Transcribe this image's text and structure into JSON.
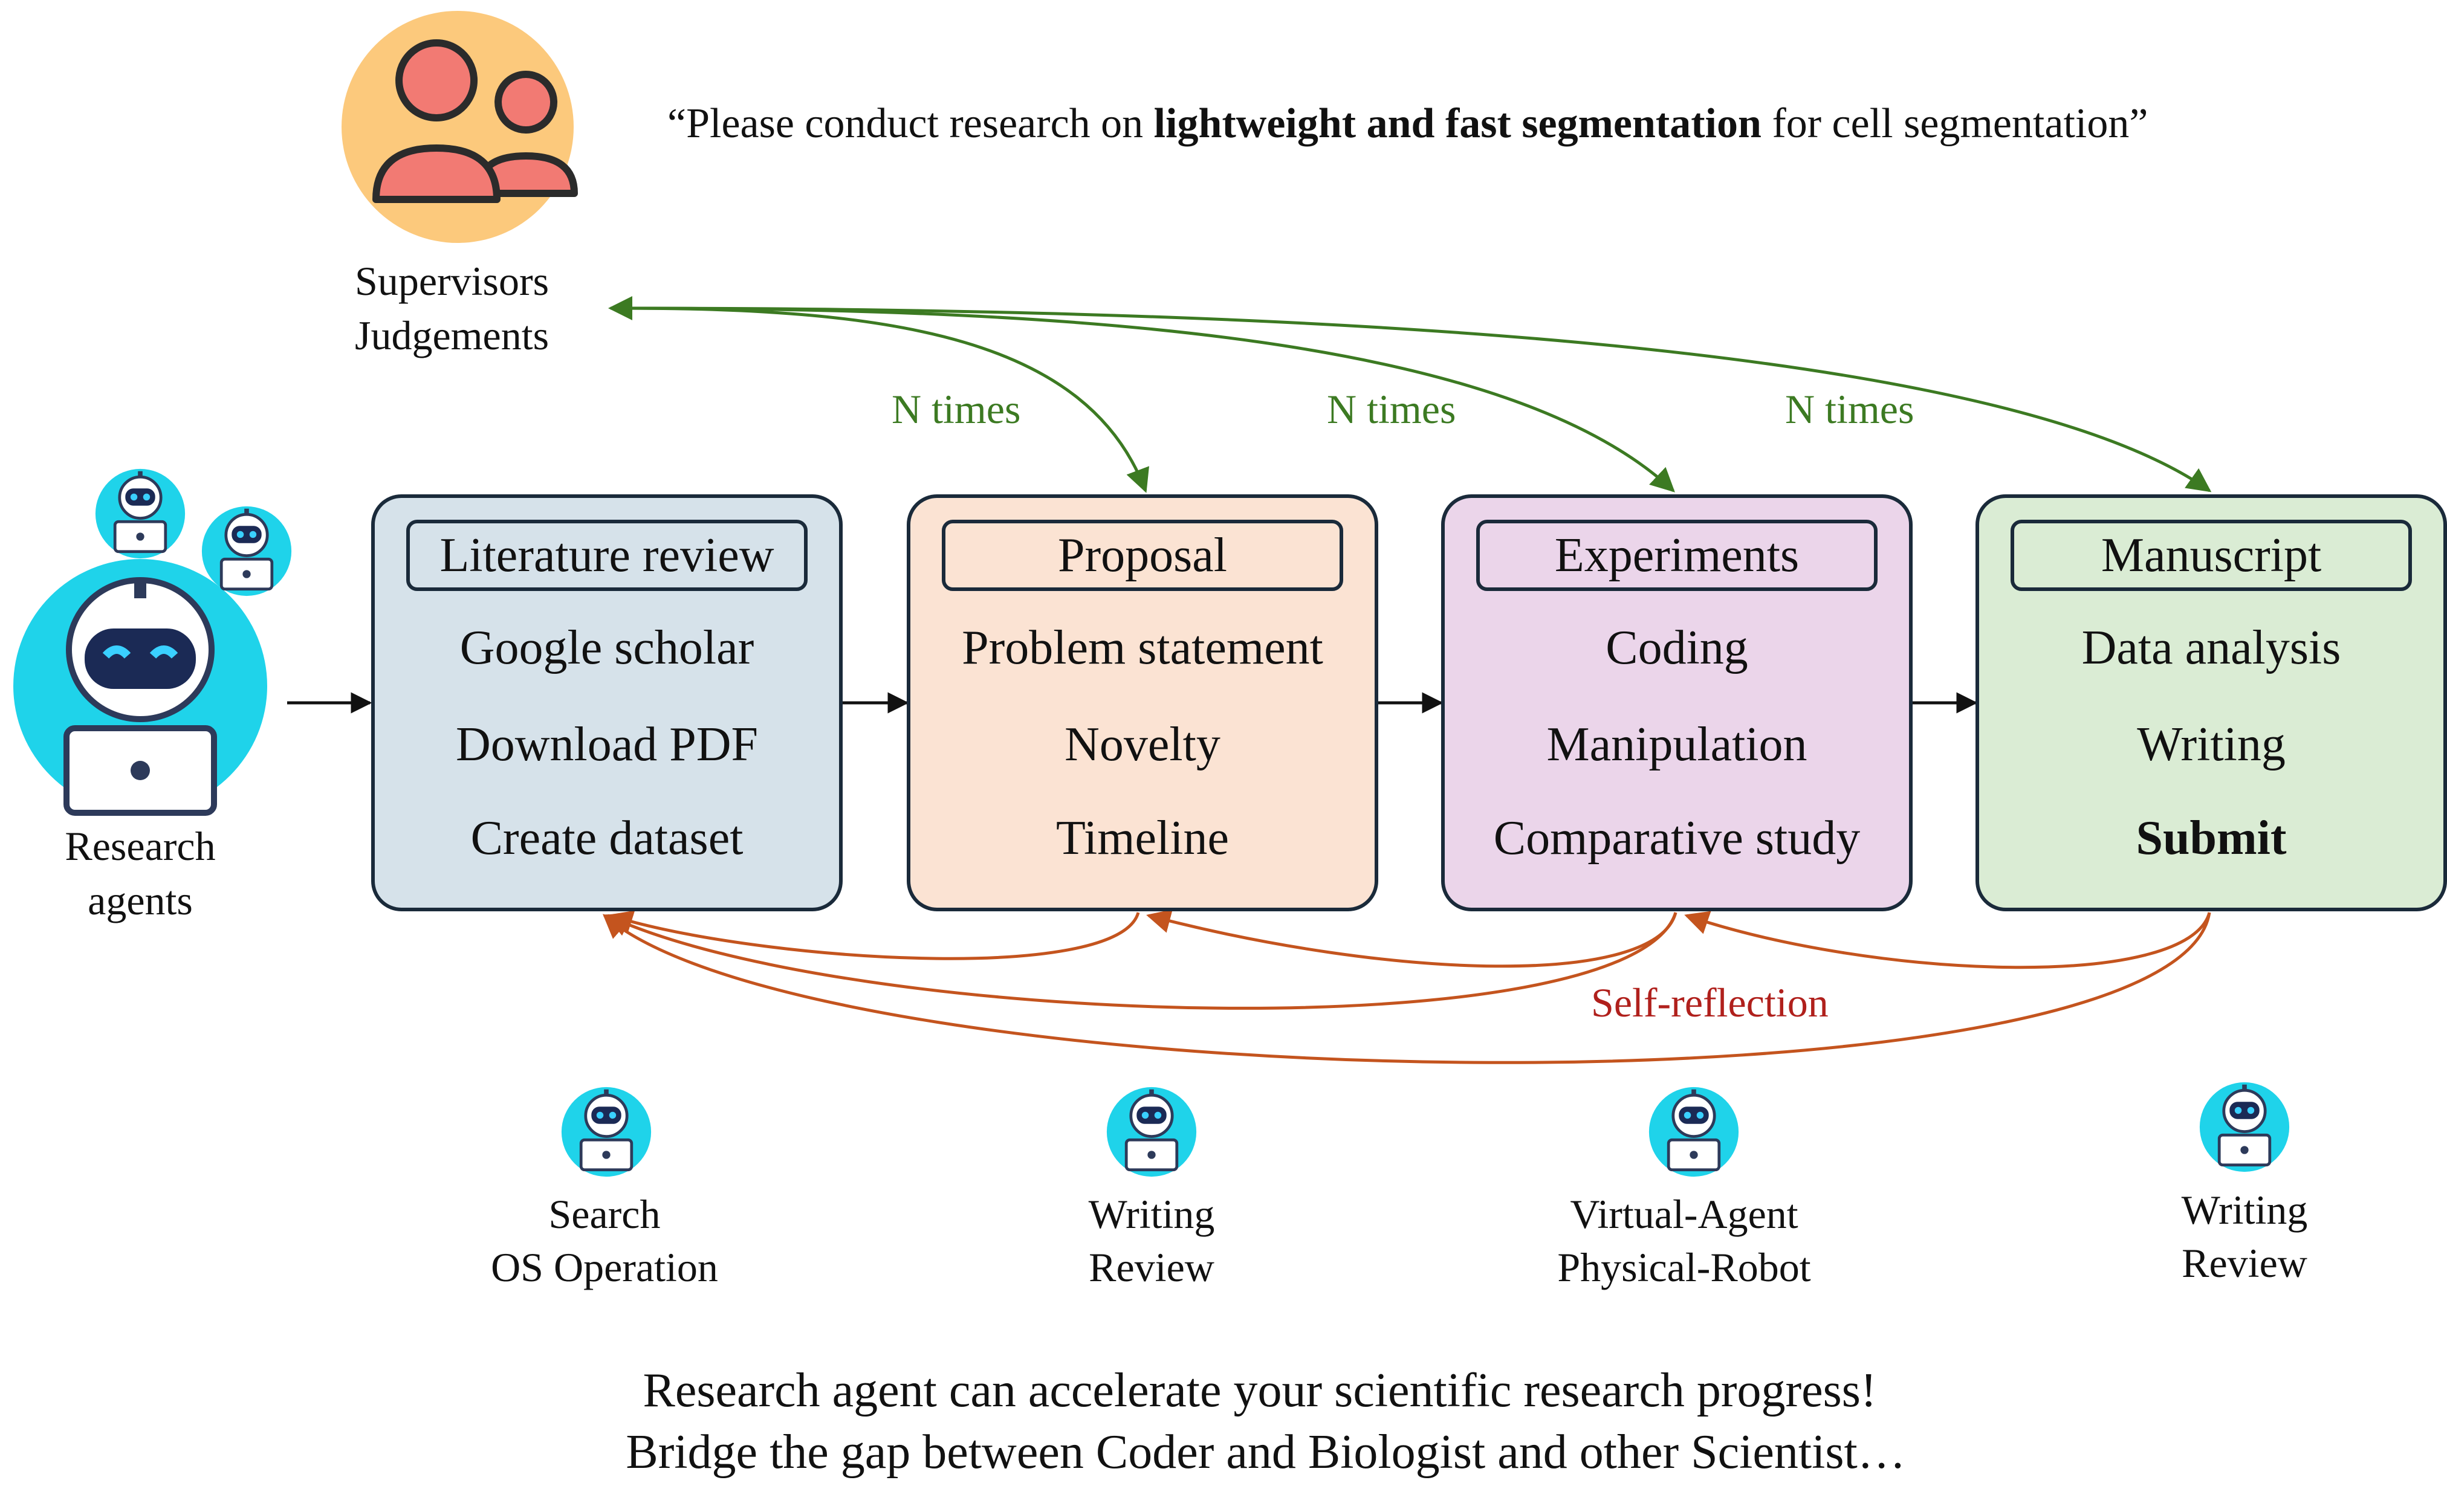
{
  "supervisor": {
    "icon": "users-icon",
    "label_line1": "Supervisors",
    "label_line2": "Judgements"
  },
  "prompt": {
    "open_quote": "“",
    "prefix": "Please conduct research on ",
    "emphasis": "lightweight and fast segmentation",
    "suffix": " for cell segmentation”"
  },
  "agents": {
    "icon": "robot-icon",
    "label_line1": "Research",
    "label_line2": "agents"
  },
  "loop_labels": [
    "N times",
    "N times",
    "N times"
  ],
  "reflection_label": "Self-reflection",
  "stages": [
    {
      "title": "Literature review",
      "items": [
        "Google scholar",
        "Download PDF",
        "Create dataset"
      ],
      "bold_last": false,
      "fill": "#d6e2ea"
    },
    {
      "title": "Proposal",
      "items": [
        "Problem statement",
        "Novelty",
        "Timeline"
      ],
      "bold_last": false,
      "fill": "#fbe3d3"
    },
    {
      "title": "Experiments",
      "items": [
        "Coding",
        "Manipulation",
        "Comparative study"
      ],
      "bold_last": false,
      "fill": "#ebd5ea"
    },
    {
      "title": "Manuscript",
      "items": [
        "Data analysis",
        "Writing",
        "Submit"
      ],
      "bold_last": true,
      "fill": "#daecd4"
    }
  ],
  "tools": [
    {
      "line1": "Search",
      "line2": "OS Operation"
    },
    {
      "line1": "Writing",
      "line2": "Review"
    },
    {
      "line1": "Virtual-Agent",
      "line2": "Physical-Robot"
    },
    {
      "line1": "Writing",
      "line2": "Review"
    }
  ],
  "footer": {
    "line1": "Research agent can accelerate your scientific research progress!",
    "line2": "Bridge the gap between Coder and Biologist and other Scientist…"
  },
  "colors": {
    "supervisor_circle": "#fcc97c",
    "supervisor_person": "#f27a73",
    "robot_cyan": "#1fd3ea",
    "green_arrow": "#3c7a22",
    "orange_arrow": "#c4541e",
    "border": "#1a2a3a"
  }
}
